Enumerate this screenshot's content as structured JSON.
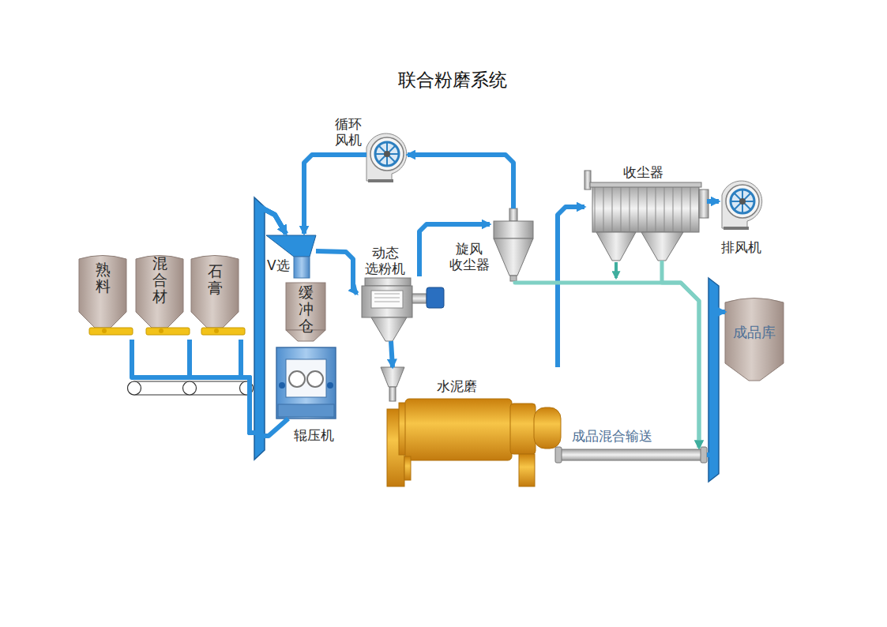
{
  "diagram": {
    "title": "联合粉磨系统",
    "nodes": [
      {
        "text": [
          "熟料"
        ]
      },
      {
        "text": [
          "混合材"
        ]
      },
      {
        "text": [
          "石膏"
        ]
      },
      {
        "text": [
          "V选"
        ]
      },
      {
        "text": [
          "缓冲仓"
        ]
      },
      {
        "text": [
          "辊压机"
        ]
      },
      {
        "text": [
          "循环 风机"
        ]
      },
      {
        "text": [
          "动态 选粉机"
        ]
      },
      {
        "text": [
          "旋风 收尘器"
        ]
      },
      {
        "text": [
          "收尘器"
        ]
      },
      {
        "text": [
          "排风机"
        ]
      },
      {
        "text": [
          "水泥磨"
        ]
      },
      {
        "text": [
          "成品库"
        ]
      },
      {
        "text": [
          "成品混合输送"
        ]
      }
    ],
    "edges": [
      {
        "from": 0,
        "to": 3,
        "arrow": "to"
      },
      {
        "from": 1,
        "to": 3,
        "arrow": "to"
      },
      {
        "from": 2,
        "to": 3,
        "arrow": "to"
      },
      {
        "from": 5,
        "to": 3,
        "arrow": "to"
      },
      {
        "from": 3,
        "to": 7,
        "arrow": "to"
      },
      {
        "from": 7,
        "to": 8,
        "arrow": "to"
      },
      {
        "from": 8,
        "to": 6,
        "arrow": "to"
      },
      {
        "from": 6,
        "to": 3,
        "arrow": "to"
      },
      {
        "from": 7,
        "to": 11,
        "arrow": "to"
      },
      {
        "from": 11,
        "to": 9,
        "arrow": "to"
      },
      {
        "from": 9,
        "to": 10,
        "arrow": "to"
      },
      {
        "from": 8,
        "to": 13,
        "arrow": "to"
      },
      {
        "from": 9,
        "to": 13,
        "arrow": "to"
      },
      {
        "from": 13,
        "to": 12,
        "arrow": "to"
      }
    ]
  }
}
